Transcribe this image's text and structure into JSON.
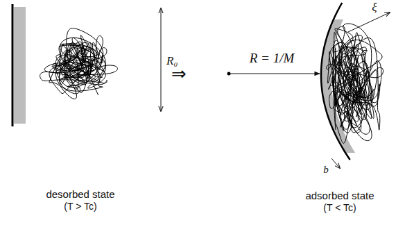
{
  "diagram": {
    "labels": [
      "R₀",
      "⇒",
      "R = 1/M",
      "ξ",
      "b",
      "desorbed state",
      "(T > Tc)",
      "adsorbed state",
      "(T < Tc)"
    ]
  }
}
